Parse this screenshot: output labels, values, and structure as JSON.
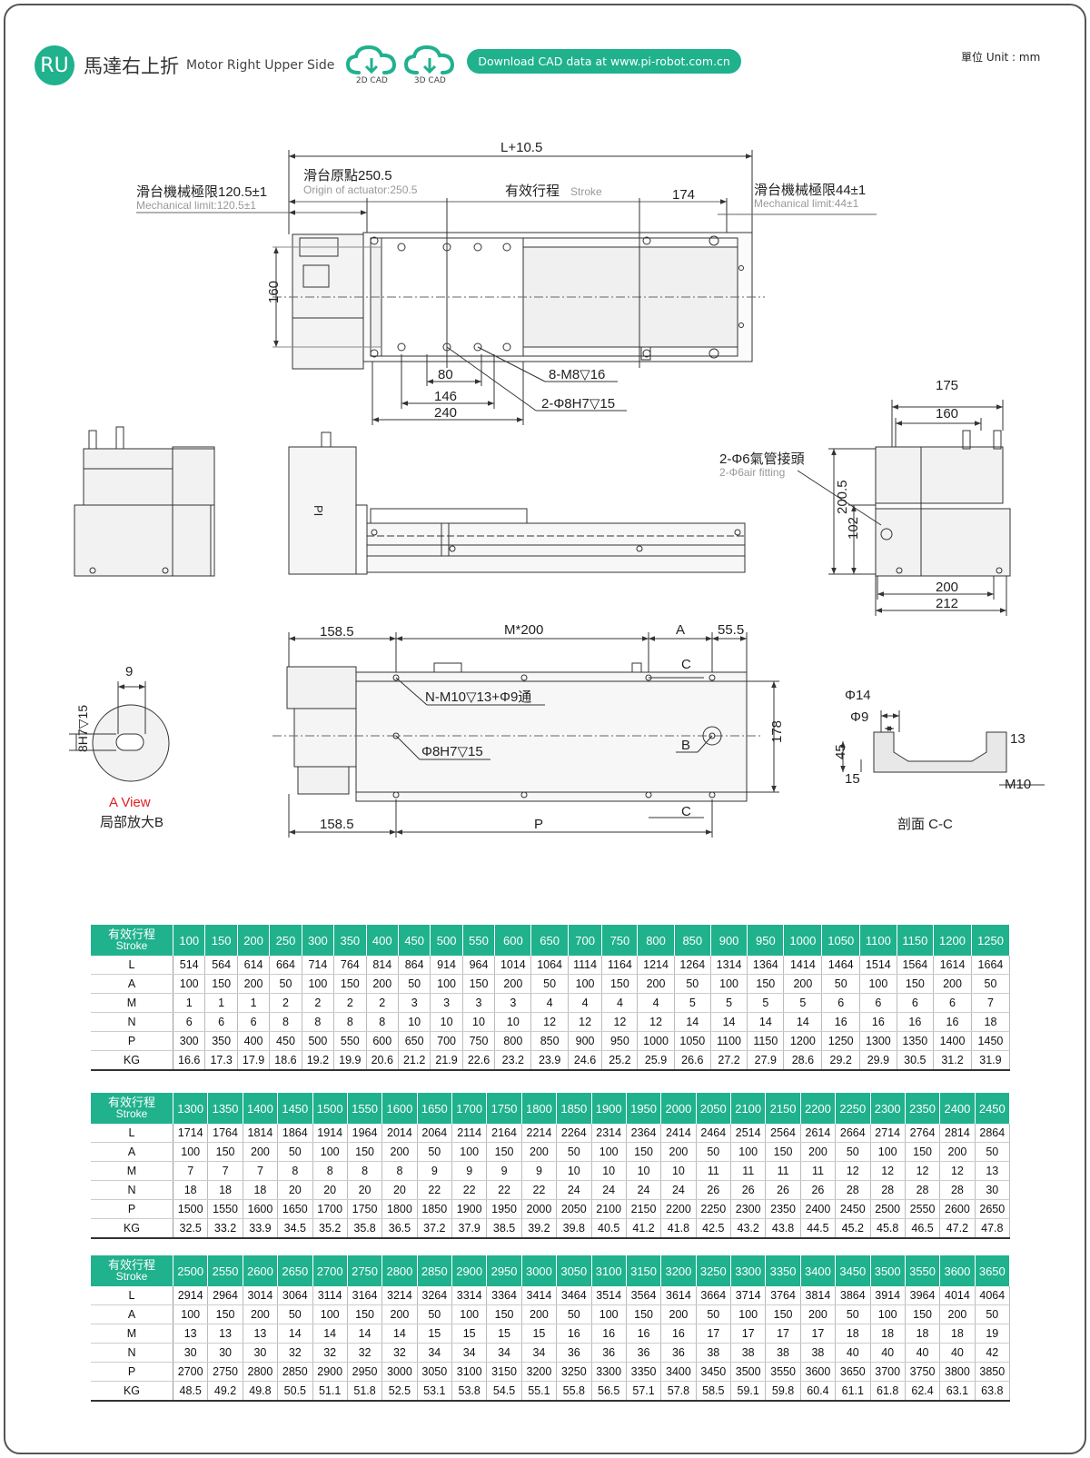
{
  "header": {
    "badge": "RU",
    "title_cn": "馬達右上折",
    "title_en": "Motor Right Upper Side",
    "cad_2d": "2D CAD",
    "cad_3d": "3D CAD",
    "download": "Download CAD data at www.pi-robot.com.cn",
    "unit": "單位 Unit : mm"
  },
  "drawing": {
    "top_total": "L+10.5",
    "origin_cn": "滑台原點250.5",
    "origin_en": "Origin of actuator:250.5",
    "mech_left_cn": "滑台機械極限120.5±1",
    "mech_left_en": "Mechanical limit:120.5±1",
    "stroke_cn": "有效行程",
    "stroke_en": "Stroke",
    "dim_174": "174",
    "mech_right_cn": "滑台機械極限44±1",
    "mech_right_en": "Mechanical limit:44±1",
    "dim_160": "160",
    "dim_80": "80",
    "dim_146": "146",
    "dim_240": "240",
    "m8": "8-M8▽16",
    "phi8_top": "2-Φ8H7▽15",
    "dim_175": "175",
    "dim_160b": "160",
    "air_cn": "2-Φ6氣管接頭",
    "air_en": "2-Φ6air fitting",
    "dim_200_5": "200.5",
    "dim_102": "102",
    "dim_200": "200",
    "dim_212": "212",
    "dim_158_5": "158.5",
    "m200": "M*200",
    "label_a": "A",
    "dim_55_5": "55.5",
    "label_c": "C",
    "nm10": "N-M10▽13+Φ9通",
    "phi8_bottom": "Φ8H7▽15",
    "label_b": "B",
    "dim_178": "178",
    "dim_158_5b": "158.5",
    "label_p": "P",
    "dim_9": "9",
    "h7": "8H7▽15",
    "a_view": "A View",
    "detail_b": "局部放大B",
    "phi14": "Φ14",
    "phi9": "Φ9",
    "dim_45": "45",
    "dim_15": "15",
    "dim_13": "13",
    "m10": "M10",
    "section": "剖面 C-C",
    "pi_mark": "PI"
  },
  "tables": [
    {
      "head_cn": "有效行程",
      "head_en": "Stroke",
      "strokes": [
        "100",
        "150",
        "200",
        "250",
        "300",
        "350",
        "400",
        "450",
        "500",
        "550",
        "600",
        "650",
        "700",
        "750",
        "800",
        "850",
        "900",
        "950",
        "1000",
        "1050",
        "1100",
        "1150",
        "1200",
        "1250"
      ],
      "rows": [
        {
          "label": "L",
          "values": [
            "514",
            "564",
            "614",
            "664",
            "714",
            "764",
            "814",
            "864",
            "914",
            "964",
            "1014",
            "1064",
            "1114",
            "1164",
            "1214",
            "1264",
            "1314",
            "1364",
            "1414",
            "1464",
            "1514",
            "1564",
            "1614",
            "1664"
          ]
        },
        {
          "label": "A",
          "values": [
            "100",
            "150",
            "200",
            "50",
            "100",
            "150",
            "200",
            "50",
            "100",
            "150",
            "200",
            "50",
            "100",
            "150",
            "200",
            "50",
            "100",
            "150",
            "200",
            "50",
            "100",
            "150",
            "200",
            "50"
          ]
        },
        {
          "label": "M",
          "values": [
            "1",
            "1",
            "1",
            "2",
            "2",
            "2",
            "2",
            "3",
            "3",
            "3",
            "3",
            "4",
            "4",
            "4",
            "4",
            "5",
            "5",
            "5",
            "5",
            "6",
            "6",
            "6",
            "6",
            "7"
          ]
        },
        {
          "label": "N",
          "values": [
            "6",
            "6",
            "6",
            "8",
            "8",
            "8",
            "8",
            "10",
            "10",
            "10",
            "10",
            "12",
            "12",
            "12",
            "12",
            "14",
            "14",
            "14",
            "14",
            "16",
            "16",
            "16",
            "16",
            "18"
          ]
        },
        {
          "label": "P",
          "values": [
            "300",
            "350",
            "400",
            "450",
            "500",
            "550",
            "600",
            "650",
            "700",
            "750",
            "800",
            "850",
            "900",
            "950",
            "1000",
            "1050",
            "1100",
            "1150",
            "1200",
            "1250",
            "1300",
            "1350",
            "1400",
            "1450"
          ]
        },
        {
          "label": "KG",
          "values": [
            "16.6",
            "17.3",
            "17.9",
            "18.6",
            "19.2",
            "19.9",
            "20.6",
            "21.2",
            "21.9",
            "22.6",
            "23.2",
            "23.9",
            "24.6",
            "25.2",
            "25.9",
            "26.6",
            "27.2",
            "27.9",
            "28.6",
            "29.2",
            "29.9",
            "30.5",
            "31.2",
            "31.9"
          ]
        }
      ]
    },
    {
      "head_cn": "有效行程",
      "head_en": "Stroke",
      "strokes": [
        "1300",
        "1350",
        "1400",
        "1450",
        "1500",
        "1550",
        "1600",
        "1650",
        "1700",
        "1750",
        "1800",
        "1850",
        "1900",
        "1950",
        "2000",
        "2050",
        "2100",
        "2150",
        "2200",
        "2250",
        "2300",
        "2350",
        "2400",
        "2450"
      ],
      "rows": [
        {
          "label": "L",
          "values": [
            "1714",
            "1764",
            "1814",
            "1864",
            "1914",
            "1964",
            "2014",
            "2064",
            "2114",
            "2164",
            "2214",
            "2264",
            "2314",
            "2364",
            "2414",
            "2464",
            "2514",
            "2564",
            "2614",
            "2664",
            "2714",
            "2764",
            "2814",
            "2864"
          ]
        },
        {
          "label": "A",
          "values": [
            "100",
            "150",
            "200",
            "50",
            "100",
            "150",
            "200",
            "50",
            "100",
            "150",
            "200",
            "50",
            "100",
            "150",
            "200",
            "50",
            "100",
            "150",
            "200",
            "50",
            "100",
            "150",
            "200",
            "50"
          ]
        },
        {
          "label": "M",
          "values": [
            "7",
            "7",
            "7",
            "8",
            "8",
            "8",
            "8",
            "9",
            "9",
            "9",
            "9",
            "10",
            "10",
            "10",
            "10",
            "11",
            "11",
            "11",
            "11",
            "12",
            "12",
            "12",
            "12",
            "13"
          ]
        },
        {
          "label": "N",
          "values": [
            "18",
            "18",
            "18",
            "20",
            "20",
            "20",
            "20",
            "22",
            "22",
            "22",
            "22",
            "24",
            "24",
            "24",
            "24",
            "26",
            "26",
            "26",
            "26",
            "28",
            "28",
            "28",
            "28",
            "30"
          ]
        },
        {
          "label": "P",
          "values": [
            "1500",
            "1550",
            "1600",
            "1650",
            "1700",
            "1750",
            "1800",
            "1850",
            "1900",
            "1950",
            "2000",
            "2050",
            "2100",
            "2150",
            "2200",
            "2250",
            "2300",
            "2350",
            "2400",
            "2450",
            "2500",
            "2550",
            "2600",
            "2650"
          ]
        },
        {
          "label": "KG",
          "values": [
            "32.5",
            "33.2",
            "33.9",
            "34.5",
            "35.2",
            "35.8",
            "36.5",
            "37.2",
            "37.9",
            "38.5",
            "39.2",
            "39.8",
            "40.5",
            "41.2",
            "41.8",
            "42.5",
            "43.2",
            "43.8",
            "44.5",
            "45.2",
            "45.8",
            "46.5",
            "47.2",
            "47.8"
          ]
        }
      ]
    },
    {
      "head_cn": "有效行程",
      "head_en": "Stroke",
      "strokes": [
        "2500",
        "2550",
        "2600",
        "2650",
        "2700",
        "2750",
        "2800",
        "2850",
        "2900",
        "2950",
        "3000",
        "3050",
        "3100",
        "3150",
        "3200",
        "3250",
        "3300",
        "3350",
        "3400",
        "3450",
        "3500",
        "3550",
        "3600",
        "3650"
      ],
      "rows": [
        {
          "label": "L",
          "values": [
            "2914",
            "2964",
            "3014",
            "3064",
            "3114",
            "3164",
            "3214",
            "3264",
            "3314",
            "3364",
            "3414",
            "3464",
            "3514",
            "3564",
            "3614",
            "3664",
            "3714",
            "3764",
            "3814",
            "3864",
            "3914",
            "3964",
            "4014",
            "4064"
          ]
        },
        {
          "label": "A",
          "values": [
            "100",
            "150",
            "200",
            "50",
            "100",
            "150",
            "200",
            "50",
            "100",
            "150",
            "200",
            "50",
            "100",
            "150",
            "200",
            "50",
            "100",
            "150",
            "200",
            "50",
            "100",
            "150",
            "200",
            "50"
          ]
        },
        {
          "label": "M",
          "values": [
            "13",
            "13",
            "13",
            "14",
            "14",
            "14",
            "14",
            "15",
            "15",
            "15",
            "15",
            "16",
            "16",
            "16",
            "16",
            "17",
            "17",
            "17",
            "17",
            "18",
            "18",
            "18",
            "18",
            "19"
          ]
        },
        {
          "label": "N",
          "values": [
            "30",
            "30",
            "30",
            "32",
            "32",
            "32",
            "32",
            "34",
            "34",
            "34",
            "34",
            "36",
            "36",
            "36",
            "36",
            "38",
            "38",
            "38",
            "38",
            "40",
            "40",
            "40",
            "40",
            "42"
          ]
        },
        {
          "label": "P",
          "values": [
            "2700",
            "2750",
            "2800",
            "2850",
            "2900",
            "2950",
            "3000",
            "3050",
            "3100",
            "3150",
            "3200",
            "3250",
            "3300",
            "3350",
            "3400",
            "3450",
            "3500",
            "3550",
            "3600",
            "3650",
            "3700",
            "3750",
            "3800",
            "3850"
          ]
        },
        {
          "label": "KG",
          "values": [
            "48.5",
            "49.2",
            "49.8",
            "50.5",
            "51.1",
            "51.8",
            "52.5",
            "53.1",
            "53.8",
            "54.5",
            "55.1",
            "55.8",
            "56.5",
            "57.1",
            "57.8",
            "58.5",
            "59.1",
            "59.8",
            "60.4",
            "61.1",
            "61.8",
            "62.4",
            "63.1",
            "63.8"
          ]
        }
      ]
    }
  ]
}
